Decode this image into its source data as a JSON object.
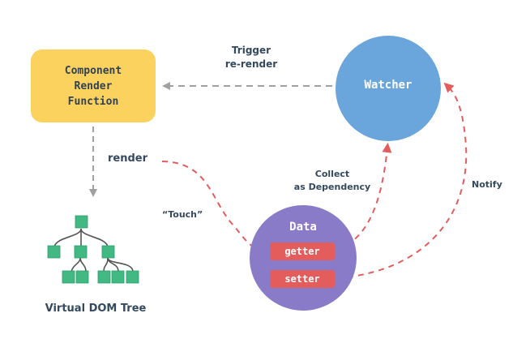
{
  "diagram": {
    "nodes": {
      "component": {
        "label": "Component\nRender\nFunction",
        "color": "#fbd25e"
      },
      "watcher": {
        "label": "Watcher",
        "color": "#6aa6dc"
      },
      "data": {
        "label": "Data",
        "color": "#8a7bc8"
      },
      "getter": {
        "label": "getter",
        "color": "#e35d5d"
      },
      "setter": {
        "label": "setter",
        "color": "#e35d5d"
      },
      "vdom": {
        "label": "Virtual DOM Tree",
        "color": "#42b983"
      }
    },
    "edges": {
      "trigger": {
        "label": "Trigger\nre-render",
        "color": "#a0a0a0"
      },
      "render": {
        "label": "render",
        "color": "#a0a0a0"
      },
      "touch": {
        "label": "“Touch”",
        "color": "#e35d5d"
      },
      "collect": {
        "label": "Collect\nas Dependency",
        "color": "#e35d5d"
      },
      "notify": {
        "label": "Notify",
        "color": "#e35d5d"
      }
    },
    "text_color": "#34495e"
  }
}
